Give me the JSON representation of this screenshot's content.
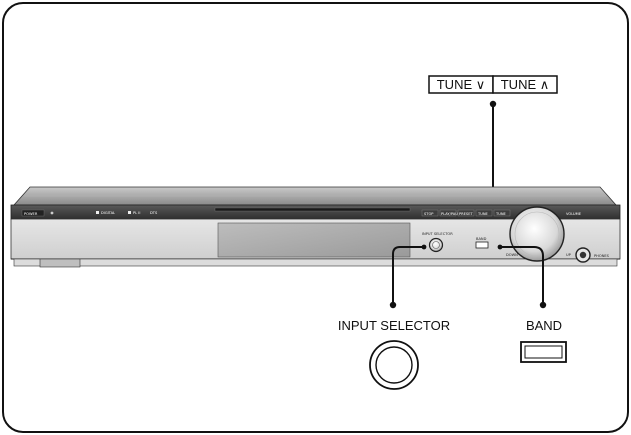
{
  "callouts": {
    "tune_down": "TUNE ∨",
    "tune_up": "TUNE ∧",
    "input_selector": "INPUT SELECTOR",
    "band": "BAND"
  },
  "panel_labels": {
    "power": "POWER",
    "input_selector_small": "INPUT SELECTOR",
    "band_small": "BAND",
    "digital": "DIGITAL",
    "pl2": "PL II",
    "dts": "DTS",
    "phones": "PHONES",
    "volume": "VOLUME",
    "down": "DOWN",
    "up": "UP",
    "stop": "STOP",
    "play": "PLAY/PAUSE",
    "preset": "PRESET",
    "tune_down_small": "TUNE",
    "tune_up_small": "TUNE"
  }
}
